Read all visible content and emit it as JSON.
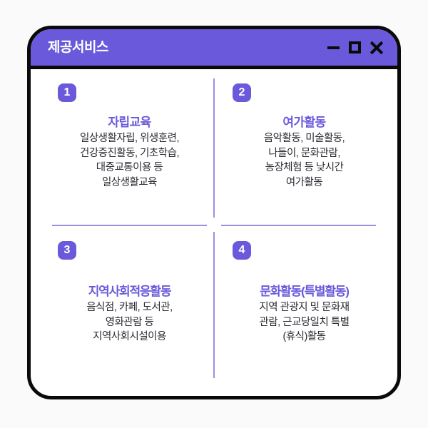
{
  "window": {
    "title": "제공서비스",
    "accent_color": "#6a5adb",
    "border_color": "#0a0a0a",
    "divider_color": "#9b8fe8",
    "body_text_color": "#2b2b33",
    "page_background": "#fafafa",
    "controls": [
      {
        "name": "minimize",
        "glyph": "minus"
      },
      {
        "name": "maximize",
        "glyph": "square"
      },
      {
        "name": "close",
        "glyph": "cross"
      }
    ]
  },
  "quadrants": [
    {
      "badge": "1",
      "title": "자립교육",
      "lines": [
        "일상생활자립, 위생훈련,",
        "건강증진활동, 기초학습,",
        "대중교통이용 등",
        "일상생활교육"
      ]
    },
    {
      "badge": "2",
      "title": "여가활동",
      "lines": [
        "음악활동, 미술활동,",
        "나들이, 문화관람,",
        "농장체험 등 낮시간",
        "여가활동"
      ]
    },
    {
      "badge": "3",
      "title": "지역사회적응활동",
      "lines": [
        "음식점, 카페, 도서관,",
        "영화관람 등",
        "지역사회시설이용"
      ]
    },
    {
      "badge": "4",
      "title": "문화활동(특별활동)",
      "lines": [
        "지역 관광지 및 문화재",
        "관람, 근교당일치 특별",
        "(휴식)활동"
      ]
    }
  ]
}
